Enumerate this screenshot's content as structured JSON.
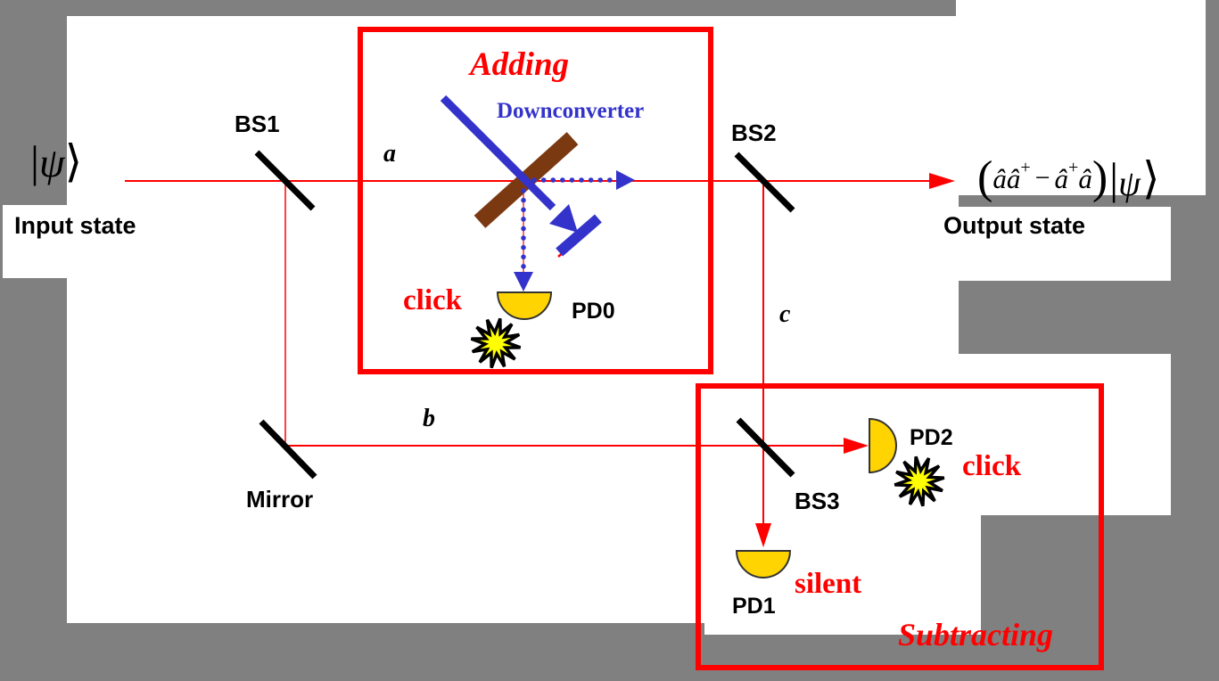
{
  "palette": {
    "background_gray": "#808080",
    "panel_white": "#ffffff",
    "beam_red": "#ff0000",
    "box_red": "#ff0000",
    "accent_blue": "#3333cb",
    "crystal_brown": "#7b3911",
    "detector_yellow": "#ffd400",
    "flash_yellow": "#ffff00",
    "element_black": "#000000"
  },
  "input": {
    "ket_bar": "|",
    "ket_psi": "ψ",
    "ket_angle": "⟩",
    "label": "Input state"
  },
  "output": {
    "label": "Output state",
    "formula": {
      "open": "(",
      "term1": "ââ",
      "sup1": "+",
      "minus": "−",
      "term2": "â",
      "sup2": "+",
      "term3": "â",
      "close": ")",
      "bar": "|",
      "psi": "ψ",
      "angle": "⟩"
    }
  },
  "components": {
    "bs1": "BS1",
    "bs2": "BS2",
    "bs3": "BS3",
    "mirror": "Mirror",
    "pd0": "PD0",
    "pd1": "PD1",
    "pd2": "PD2"
  },
  "modes": {
    "a": "a",
    "b": "b",
    "c": "c"
  },
  "adding_box": {
    "title": "Adding",
    "downconverter_label": "Downconverter",
    "click_label": "click"
  },
  "subtracting_box": {
    "title": "Subtracting",
    "click_label": "click",
    "silent_label": "silent"
  }
}
